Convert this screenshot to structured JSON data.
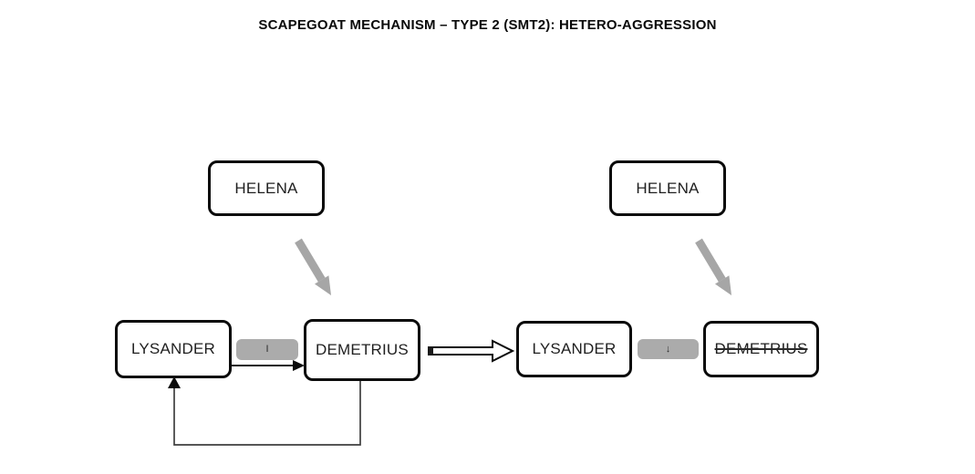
{
  "title": "SCAPEGOAT MECHANISM – TYPE 2 (SMT2): HETERO-AGGRESSION",
  "colors": {
    "thick_arrow_gray": "#A6A6A6",
    "badge_gray": "#ABABAB",
    "box_border": "#0a0a0a",
    "thin_line": "#3f3f3f",
    "background": "#ffffff"
  },
  "diagram": {
    "before": {
      "helena_label": "HELENA",
      "lysander_label": "LYSANDER",
      "demetrius_label": "DEMETRIUS",
      "badge_symbol": "I",
      "relations": [
        "helena -> demetrius (thick gray aggression arrow)",
        "lysander -> demetrius (thin black arrow)",
        "demetrius -> lysander (feedback loop, bottom)"
      ]
    },
    "transition_icon": "hollow-right-arrow",
    "after": {
      "helena_label": "HELENA",
      "lysander_label": "LYSANDER",
      "demetrius_label": "DEMETRIUS",
      "demetrius_struck_through": true,
      "badge_symbol": "↓",
      "relations": [
        "helena -> demetrius (thick gray aggression arrow)"
      ]
    }
  }
}
